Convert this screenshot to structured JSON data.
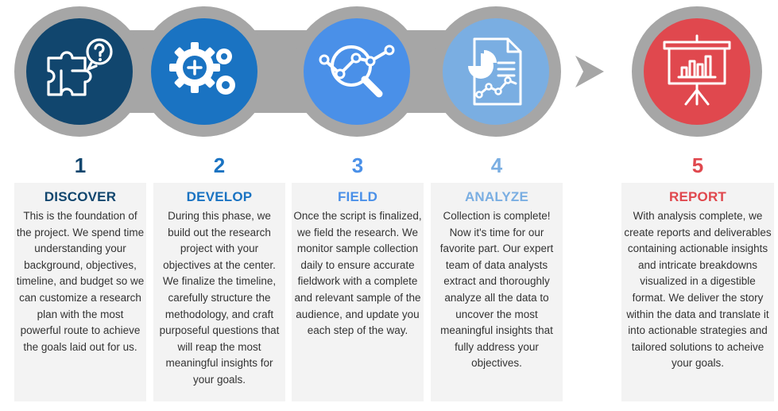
{
  "steps": [
    {
      "number": "1",
      "title": "DISCOVER",
      "color": "#11466e",
      "icon": "puzzle-question-icon",
      "text": "This is the foundation of the project. We spend time understanding your background, objectives, timeline, and budget so we can customize a research plan with the most powerful route to achieve the goals laid out for us."
    },
    {
      "number": "2",
      "title": "DEVELOP",
      "color": "#1a73c2",
      "icon": "gears-icon",
      "text": "During this phase, we build out the research project with your objectives at the center. We finalize the timeline, carefully structure the methodology, and craft purposeful questions that will reap the most meaningful insights for your goals."
    },
    {
      "number": "3",
      "title": "FIELD",
      "color": "#4a90e8",
      "icon": "magnifier-chart-icon",
      "text": "Once the script is finalized, we field the research. We monitor sample collection daily to ensure accurate fieldwork with a complete and relevant sample of the audience, and update you each step of the way."
    },
    {
      "number": "4",
      "title": "ANALYZE",
      "color": "#7aaee2",
      "icon": "report-document-icon",
      "text": "Collection is complete! Now it's time for our favorite part. Our expert team of data analysts extract and thoroughly analyze all the data to uncover the most meaningful insights that fully address your objectives."
    },
    {
      "number": "5",
      "title": "REPORT",
      "color": "#e0484e",
      "icon": "presentation-board-icon",
      "text": "With analysis complete, we create reports and deliverables containing actionable insights and intricate breakdowns visualized in a digestible format. We deliver the story within the data and translate it into actionable strategies and tailored solutions to acheive your goals."
    }
  ]
}
